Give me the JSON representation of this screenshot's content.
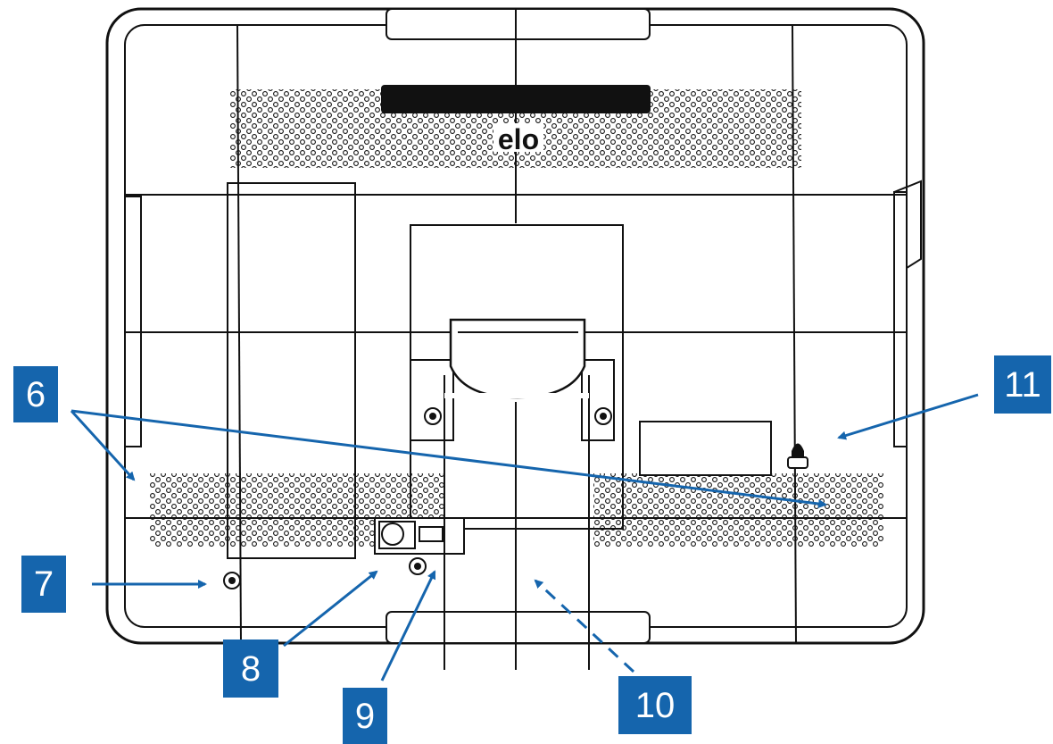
{
  "logo": {
    "text": "elo"
  },
  "callouts": [
    {
      "id": "6",
      "label": "6"
    },
    {
      "id": "7",
      "label": "7"
    },
    {
      "id": "8",
      "label": "8"
    },
    {
      "id": "9",
      "label": "9"
    },
    {
      "id": "10",
      "label": "10"
    },
    {
      "id": "11",
      "label": "11"
    }
  ],
  "colors": {
    "callout_fill": "#1565ad",
    "arrow": "#1565ad",
    "line": "#111111",
    "background": "#ffffff"
  },
  "icons": [
    "vent-grille",
    "vesa-screw",
    "kensington-lock",
    "power-port",
    "usb-port",
    "stand"
  ]
}
